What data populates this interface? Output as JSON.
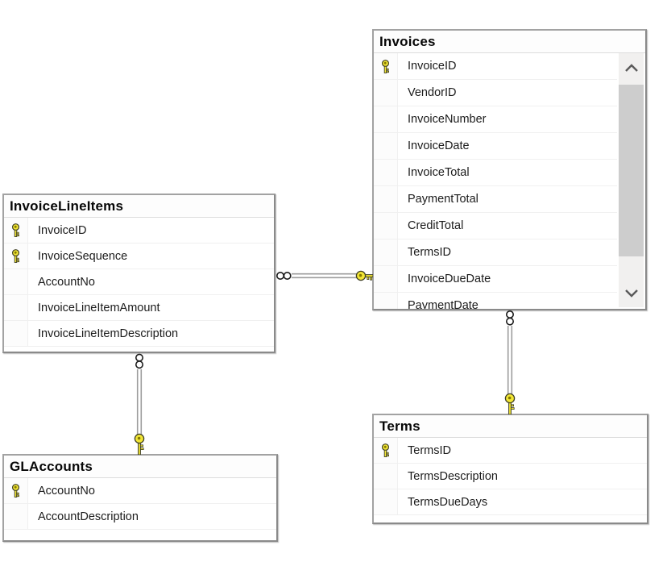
{
  "tables": [
    {
      "title": "Invoices",
      "scrollable": true,
      "columns": [
        {
          "name": "InvoiceID",
          "primary_key": true
        },
        {
          "name": "VendorID",
          "primary_key": false
        },
        {
          "name": "InvoiceNumber",
          "primary_key": false
        },
        {
          "name": "InvoiceDate",
          "primary_key": false
        },
        {
          "name": "InvoiceTotal",
          "primary_key": false
        },
        {
          "name": "PaymentTotal",
          "primary_key": false
        },
        {
          "name": "CreditTotal",
          "primary_key": false
        },
        {
          "name": "TermsID",
          "primary_key": false
        },
        {
          "name": "InvoiceDueDate",
          "primary_key": false
        },
        {
          "name": "PaymentDate",
          "primary_key": false,
          "clipped": true
        }
      ]
    },
    {
      "title": "InvoiceLineItems",
      "scrollable": false,
      "columns": [
        {
          "name": "InvoiceID",
          "primary_key": true
        },
        {
          "name": "InvoiceSequence",
          "primary_key": true
        },
        {
          "name": "AccountNo",
          "primary_key": false
        },
        {
          "name": "InvoiceLineItemAmount",
          "primary_key": false
        },
        {
          "name": "InvoiceLineItemDescription",
          "primary_key": false
        }
      ]
    },
    {
      "title": "GLAccounts",
      "scrollable": false,
      "columns": [
        {
          "name": "AccountNo",
          "primary_key": true
        },
        {
          "name": "AccountDescription",
          "primary_key": false
        }
      ]
    },
    {
      "title": "Terms",
      "scrollable": false,
      "columns": [
        {
          "name": "TermsID",
          "primary_key": true
        },
        {
          "name": "TermsDescription",
          "primary_key": false
        },
        {
          "name": "TermsDueDays",
          "primary_key": false
        }
      ]
    }
  ],
  "relationships": [
    {
      "many_table": "InvoiceLineItems",
      "one_table": "Invoices",
      "many_end_symbol": "infinity",
      "one_end_symbol": "key",
      "orientation": "horizontal"
    },
    {
      "many_table": "InvoiceLineItems",
      "one_table": "GLAccounts",
      "many_end_symbol": "infinity",
      "one_end_symbol": "key",
      "orientation": "vertical"
    },
    {
      "many_table": "Invoices",
      "one_table": "Terms",
      "many_end_symbol": "infinity",
      "one_end_symbol": "key",
      "orientation": "vertical"
    }
  ],
  "colors": {
    "key_icon_fill": "#f2e635",
    "key_icon_outline": "#3f3f24",
    "table_border": "#9a9a9a",
    "connector_line": "#9c9c9c",
    "scrollbar_track": "#f1f0ef",
    "scrollbar_thumb": "#cdcdcd",
    "canvas_background": "#ffffff"
  }
}
